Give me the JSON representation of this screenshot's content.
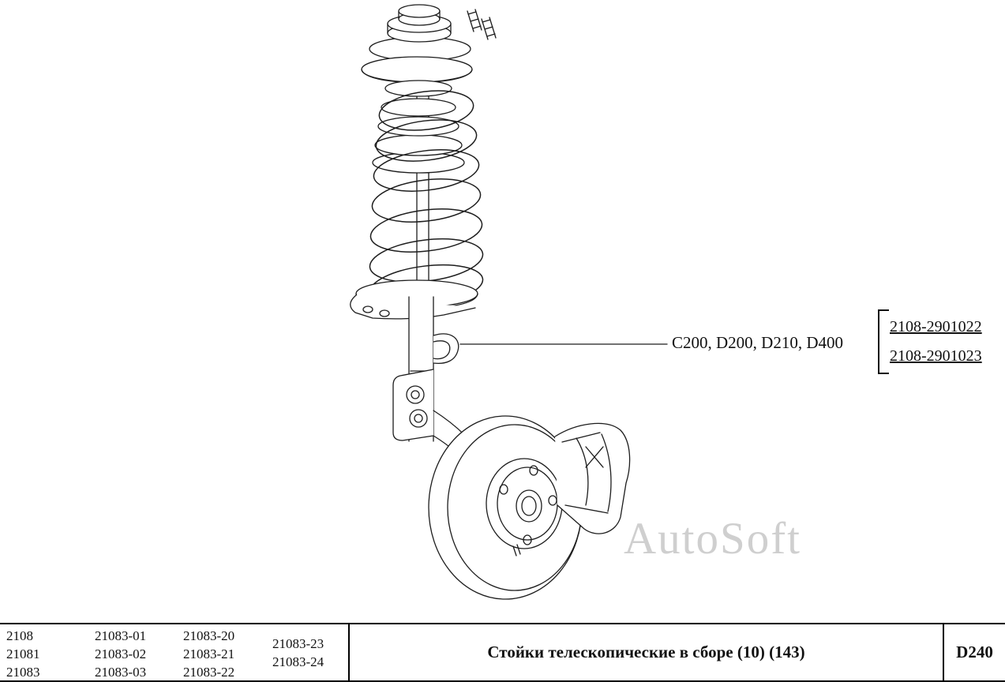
{
  "diagram": {
    "callout_label": "C200, D200, D210, D400",
    "part_numbers": [
      "2108-2901022",
      "2108-2901023"
    ],
    "watermark": "AutoSoft"
  },
  "footer": {
    "col1": [
      "2108",
      "21081",
      "21083"
    ],
    "col2": [
      "21083-01",
      "21083-02",
      "21083-03"
    ],
    "col3": [
      "21083-20",
      "21083-21",
      "21083-22"
    ],
    "col4": [
      "21083-23",
      "21083-24"
    ],
    "title": "Стойки телескопические в сборе (10) (143)",
    "page_code": "D240"
  }
}
